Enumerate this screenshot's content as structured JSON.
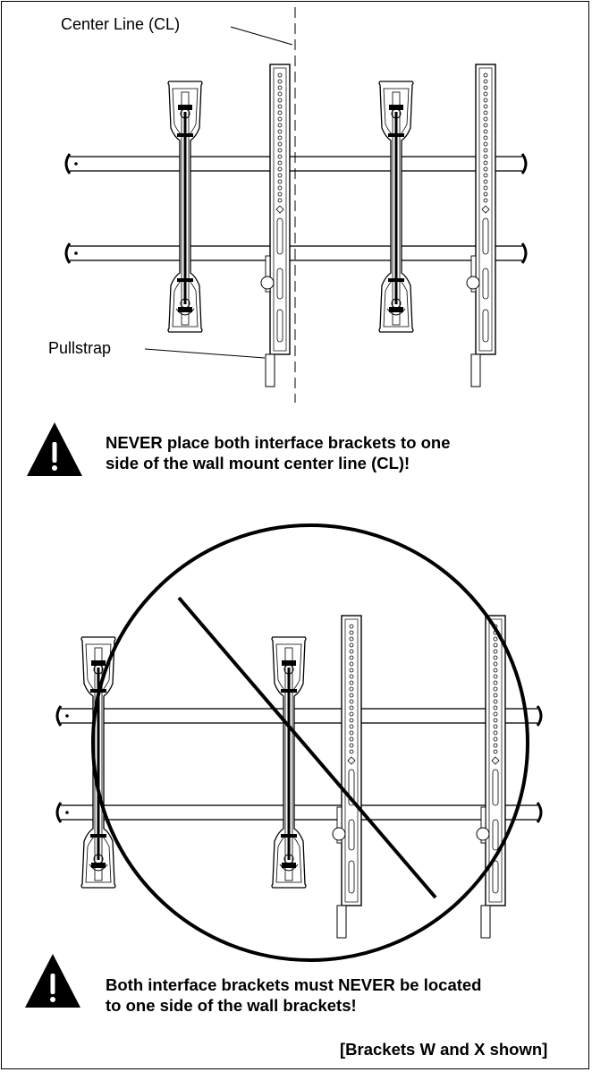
{
  "labels": {
    "center_line": "Center Line (CL)",
    "pullstrap": "Pullstrap"
  },
  "warnings": [
    {
      "line1": "NEVER place both interface brackets to one",
      "line2": "side of the wall mount center line (CL)!"
    },
    {
      "line1": "Both interface brackets must NEVER be located",
      "line2": "to one side of the wall brackets!"
    }
  ],
  "caption": "[Brackets W and X shown]",
  "icons": [
    "warning-icon",
    "prohibited-icon"
  ]
}
